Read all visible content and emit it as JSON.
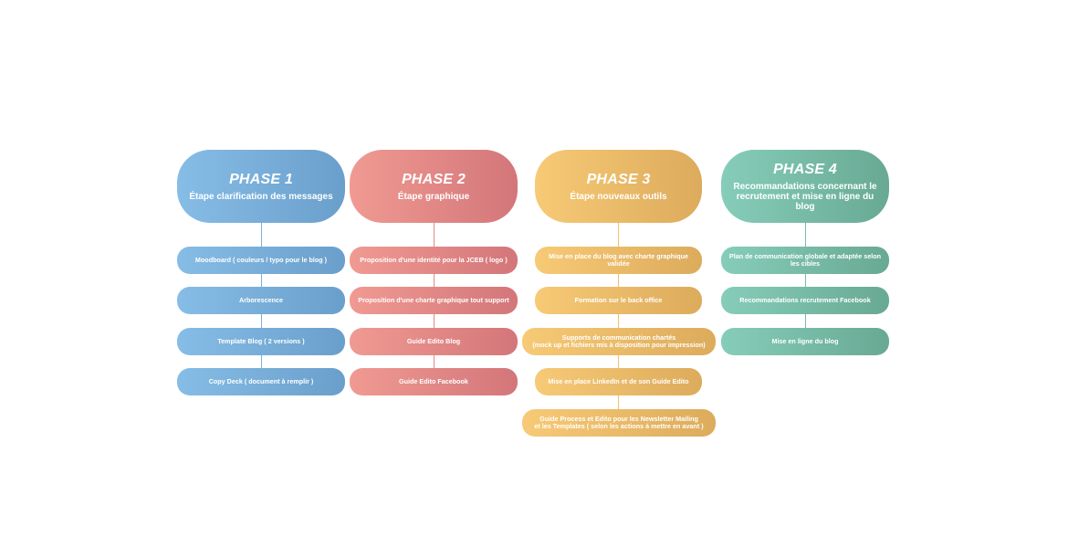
{
  "phases": [
    {
      "title": "PHASE 1",
      "subtitle": "Étape clarification des messages",
      "color": "#78aedb",
      "steps": [
        "Moodboard ( couleurs / typo pour le blog )",
        "Arborescence",
        "Template Blog ( 2 versions )",
        "Copy Deck ( document à remplir )"
      ]
    },
    {
      "title": "PHASE 2",
      "subtitle": "Étape graphique",
      "color": "#e88b86",
      "steps": [
        "Proposition d'une identité pour la JCEB ( logo )",
        "Proposition d'une charte graphique tout support",
        "Guide Edito Blog",
        "Guide Edito Facebook"
      ]
    },
    {
      "title": "PHASE 3",
      "subtitle": "Étape nouveaux outils",
      "color": "#edbb68",
      "steps": [
        "Mise en place du blog avec charte graphique validée",
        "Formation sur le back office",
        "Supports de communication chartés\n(mock up et fichiers mis à disposition pour impression)",
        "Mise en place LinkedIn et de son Guide Edito",
        "Guide Process et Edito pour les Newsletter Mailing\net les Templates ( selon les actions à mettre en avant )"
      ]
    },
    {
      "title": "PHASE 4",
      "subtitle": "Recommandations concernant le recrutement et mise en ligne du blog",
      "color": "#74b8a4",
      "steps": [
        "Plan de communication globale et adaptée selon les cibles",
        "Recommandations recrutement Facebook",
        "Mise en ligne du blog"
      ]
    }
  ]
}
